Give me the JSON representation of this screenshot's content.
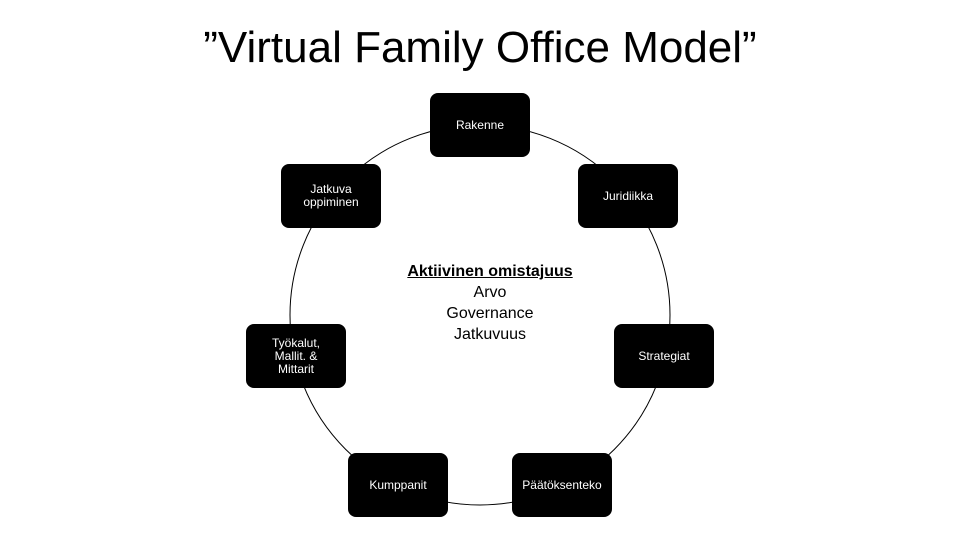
{
  "title": "”Virtual Family Office Model”",
  "nodes": [
    {
      "label": "Rakenne"
    },
    {
      "label": "Juridiikka"
    },
    {
      "label": "Strategiat"
    },
    {
      "label": "Päätöksenteko"
    },
    {
      "label": "Kumppanit"
    },
    {
      "label": "Työkalut,\nMallit. &\nMittarit"
    },
    {
      "label": "Jatkuva\noppiminen"
    }
  ],
  "center": {
    "heading": "Aktiivinen omistajuus",
    "lines": [
      "Arvo",
      "Governance",
      "Jatkuvuus"
    ]
  },
  "colors": {
    "node_fill": "#000000",
    "node_text": "#ffffff",
    "ring": "#000000"
  }
}
